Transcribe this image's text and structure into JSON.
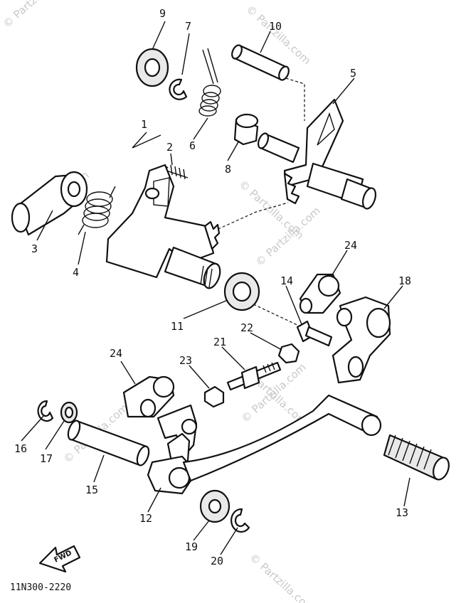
{
  "watermark": "© Partzilla.com",
  "diagram_code": "11N300-2220",
  "fwd_label": "FWD",
  "callouts": [
    "1",
    "2",
    "3",
    "4",
    "5",
    "6",
    "7",
    "8",
    "9",
    "10",
    "11",
    "12",
    "13",
    "14",
    "15",
    "16",
    "17",
    "18",
    "19",
    "20",
    "21",
    "22",
    "23",
    "24",
    "24"
  ]
}
